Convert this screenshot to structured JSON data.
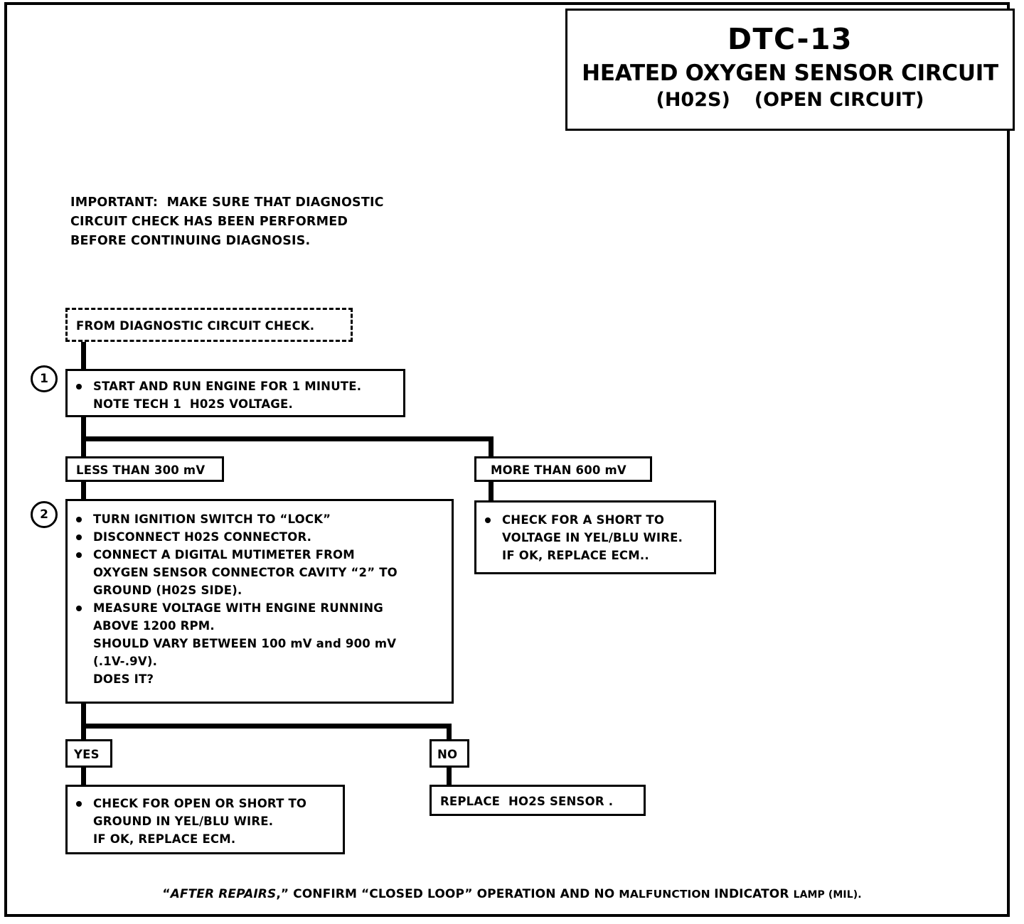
{
  "title": {
    "code": "DTC-13",
    "line2": "HEATED OXYGEN SENSOR CIRCUIT",
    "line3_left": "(H02S)",
    "line3_right": "(OPEN CIRCUIT)"
  },
  "note": {
    "text": "IMPORTANT:  MAKE SURE THAT DIAGNOSTIC\nCIRCUIT CHECK HAS BEEN PERFORMED\nBEFORE CONTINUING DIAGNOSIS."
  },
  "nodes": {
    "start": {
      "label": "FROM DIAGNOSTIC CIRCUIT CHECK."
    },
    "step1": {
      "number": "1",
      "items": [
        "START AND RUN ENGINE FOR 1 MINUTE.\nNOTE TECH 1  H02S VOLTAGE."
      ]
    },
    "branch_low": {
      "label": "LESS THAN 300 mV"
    },
    "branch_high": {
      "label": "MORE THAN 600 mV"
    },
    "step2": {
      "number": "2",
      "items": [
        "TURN IGNITION SWITCH TO “LOCK”",
        "DISCONNECT H02S CONNECTOR.",
        "CONNECT A DIGITAL MUTIMETER FROM\nOXYGEN SENSOR CONNECTOR CAVITY “2” TO\nGROUND (H02S SIDE).",
        "MEASURE VOLTAGE WITH ENGINE RUNNING\nABOVE 1200 RPM.\nSHOULD VARY BETWEEN 100 mV and 900 mV\n(.1V-.9V).\nDOES IT?"
      ]
    },
    "high_result": {
      "items": [
        "CHECK FOR A SHORT TO\nVOLTAGE IN YEL/BLU WIRE.\nIF OK, REPLACE ECM.."
      ]
    },
    "yes_label": {
      "label": "YES"
    },
    "no_label": {
      "label": "NO"
    },
    "yes_result": {
      "items": [
        "CHECK FOR OPEN OR SHORT TO\nGROUND IN YEL/BLU WIRE.\nIF OK, REPLACE ECM."
      ]
    },
    "no_result": {
      "label": "REPLACE  HO2S SENSOR ."
    }
  },
  "footer": {
    "part1": "“",
    "italic": "AFTER REPAIRS",
    "part2": ",” CONFIRM “CLOSED LOOP” OPERATION AND NO ",
    "part3": "MALFUNCTION ",
    "part4": "INDICATOR ",
    "part5": "LAMP (MIL)."
  },
  "colors": {
    "ink": "#000000",
    "paper": "#ffffff"
  }
}
